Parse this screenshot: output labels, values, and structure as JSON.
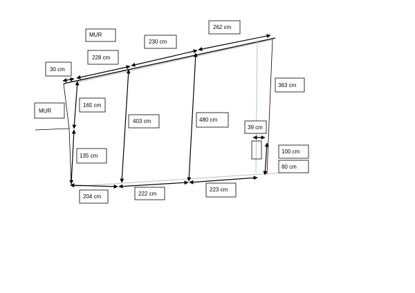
{
  "walls": {
    "mur_top": "MUR",
    "mur_left": "MUR"
  },
  "dimensions": {
    "d30": "30 cm",
    "d228": "228 cm",
    "d230": "230 cm",
    "d262": "262 cm",
    "d165": "165 cm",
    "d135": "135 cm",
    "d403": "403 cm",
    "d480": "480 cm",
    "d363": "363 cm",
    "d39": "39 cm",
    "d100": "100 cm",
    "d80": "80 cm",
    "d204": "204 cm",
    "d222": "222 cm",
    "d223": "223 cm"
  }
}
